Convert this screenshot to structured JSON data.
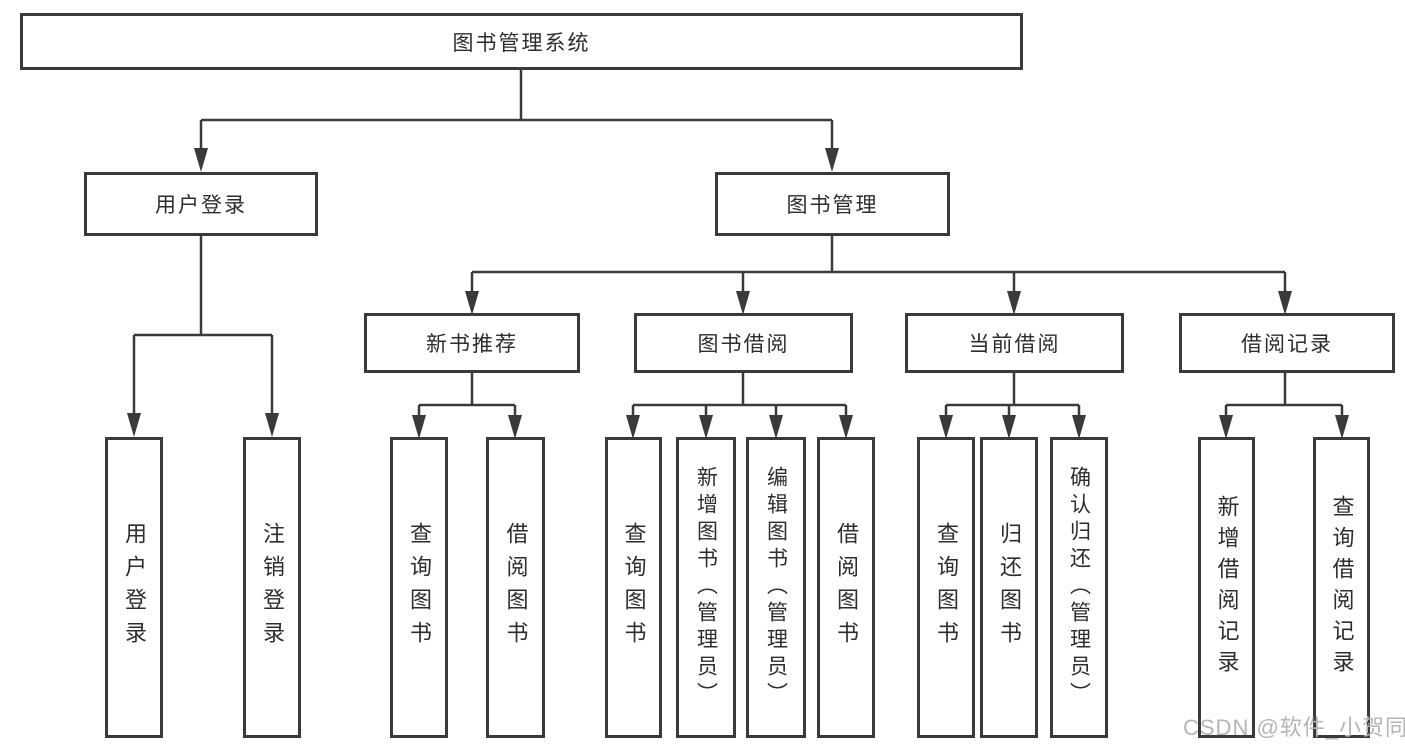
{
  "diagram": {
    "type": "hierarchy-tree",
    "orientation": "top-down",
    "tree": {
      "label": "图书管理系统",
      "children": [
        {
          "label": "用户登录",
          "children": [
            {
              "label": "用户登录"
            },
            {
              "label": "注销登录"
            }
          ]
        },
        {
          "label": "图书管理",
          "children": [
            {
              "label": "新书推荐",
              "children": [
                {
                  "label": "查询图书"
                },
                {
                  "label": "借阅图书"
                }
              ]
            },
            {
              "label": "图书借阅",
              "children": [
                {
                  "label": "查询图书"
                },
                {
                  "label": "新增图书（管理员）"
                },
                {
                  "label": "编辑图书（管理员）"
                },
                {
                  "label": "借阅图书"
                }
              ]
            },
            {
              "label": "当前借阅",
              "children": [
                {
                  "label": "查询图书"
                },
                {
                  "label": "归还图书"
                },
                {
                  "label": "确认归还（管理员）"
                }
              ]
            },
            {
              "label": "借阅记录",
              "children": [
                {
                  "label": "新增借阅记录"
                },
                {
                  "label": "查询借阅记录"
                }
              ]
            }
          ]
        }
      ]
    },
    "colors": {
      "background": "#ffffff",
      "box_border": "#3a3a3a",
      "connector_line": "#3a3a3a",
      "text": "#2d2d2d",
      "watermark_text": "#b5b5b5"
    }
  },
  "watermark": {
    "text": "CSDN @软件_小贺同学"
  }
}
